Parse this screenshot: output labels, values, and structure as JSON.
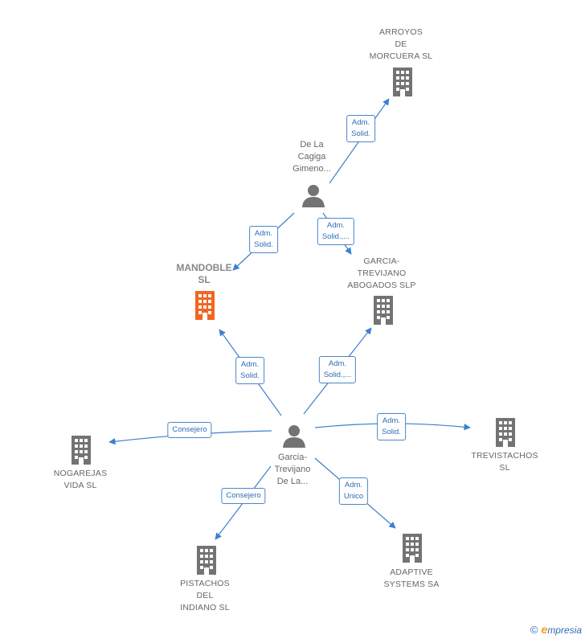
{
  "colors": {
    "edge": "#3d7fd0",
    "icon": "#737373",
    "focus": "#f26522",
    "label_border": "#4a86c8"
  },
  "nodes": {
    "arroyos": {
      "label": "ARROYOS\nDE\nMORCUERA SL",
      "icon": "building-icon"
    },
    "delacagiga": {
      "label": "De La\nCagiga\nGimeno...",
      "icon": "person-icon"
    },
    "mandoble": {
      "label": "MANDOBLE\nSL",
      "icon": "building-icon"
    },
    "garcia_abogados": {
      "label": "GARCIA-\nTREVIJANO\nABOGADOS  SLP",
      "icon": "building-icon"
    },
    "garcia_trevijano": {
      "label": "Garcia-\nTrevijano\nDe La...",
      "icon": "person-icon"
    },
    "nogarejas": {
      "label": "NOGAREJAS\nVIDA  SL",
      "icon": "building-icon"
    },
    "trevistachos": {
      "label": "TREVISTACHOS\nSL",
      "icon": "building-icon"
    },
    "pistachos": {
      "label": "PISTACHOS\nDEL\nINDIANO  SL",
      "icon": "building-icon"
    },
    "adaptive": {
      "label": "ADAPTIVE\nSYSTEMS SA",
      "icon": "building-icon"
    }
  },
  "edges": [
    {
      "id": "e1",
      "label": "Adm.\nSolid."
    },
    {
      "id": "e2",
      "label": "Adm.\nSolid."
    },
    {
      "id": "e3",
      "label": "Adm.\nSolid.,..."
    },
    {
      "id": "e4",
      "label": "Adm.\nSolid."
    },
    {
      "id": "e5",
      "label": "Adm.\nSolid.,..."
    },
    {
      "id": "e6",
      "label": "Consejero"
    },
    {
      "id": "e7",
      "label": "Adm.\nSolid."
    },
    {
      "id": "e8",
      "label": "Consejero"
    },
    {
      "id": "e9",
      "label": "Adm.\nUnico"
    }
  ],
  "brand": {
    "copyright": "©",
    "name": "mpresia",
    "initial": "e"
  }
}
